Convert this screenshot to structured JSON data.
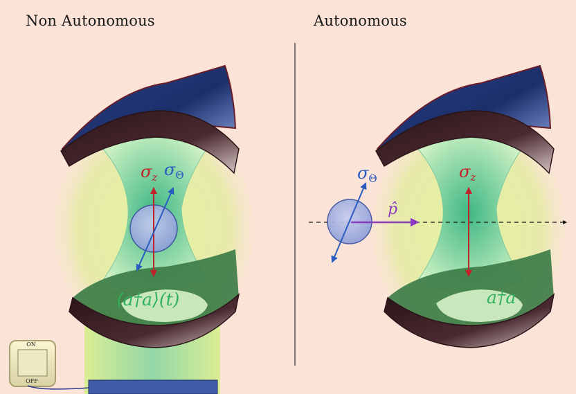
{
  "panels": {
    "left": {
      "title": "Non Autonomous",
      "labels": {
        "sigma_z": "σ",
        "sigma_z_sub": "z",
        "sigma_theta": "σ",
        "sigma_theta_sub": "Θ",
        "photon_expectation": "⟨a†a⟩(t)"
      },
      "switch": {
        "on_label": "ON",
        "off_label": "OFF"
      }
    },
    "right": {
      "title": "Autonomous",
      "labels": {
        "sigma_z": "σ",
        "sigma_z_sub": "z",
        "sigma_theta": "σ",
        "sigma_theta_sub": "Θ",
        "momentum": "p̂",
        "photon_number": "a†a"
      }
    }
  },
  "colors": {
    "background": "#fbe4d7",
    "mirror_blue": "#1f3b7a",
    "mirror_rim": "#5a1f2a",
    "field_green": "#4fc08a",
    "glow": "#d9f08a",
    "sigma_z": "#c0202a",
    "sigma_theta": "#2a5bbf",
    "momentum": "#8a3ac0",
    "photon_text": "#2fb05a"
  }
}
